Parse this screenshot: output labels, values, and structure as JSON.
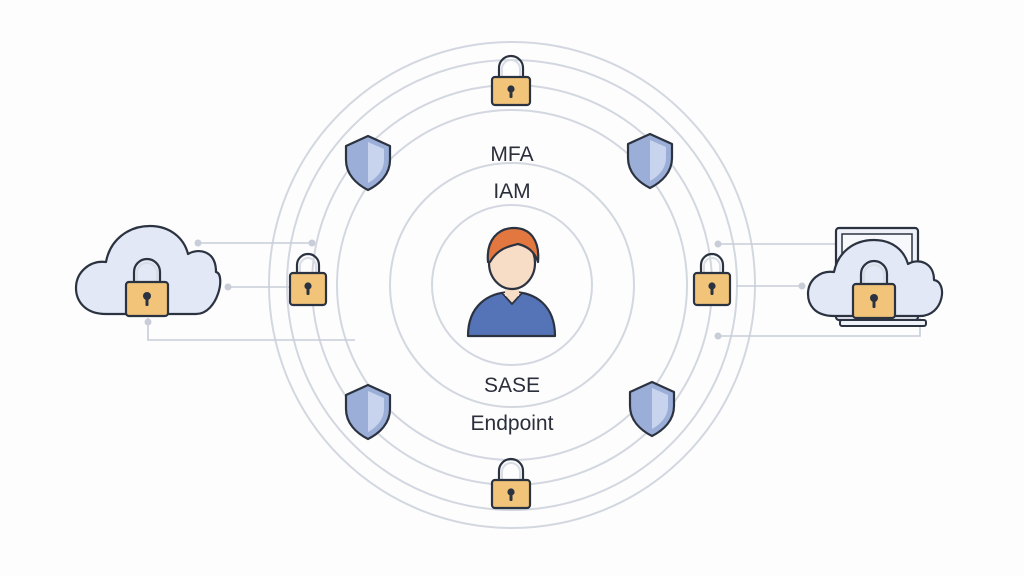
{
  "labels": {
    "mfa": "MFA",
    "iam": "IAM",
    "sase": "SASE",
    "endpoint": "Endpoint"
  },
  "icons": {
    "user": "user-avatar-icon",
    "lock": "padlock-icon",
    "shield": "shield-icon",
    "cloud": "cloud-icon",
    "device": "monitor-icon"
  },
  "colors": {
    "ring": "#d3d7e0",
    "connector": "#c8cdd8",
    "outline": "#2c3340",
    "lock_body": "#f1c47a",
    "shield_fill": "#9aaed8",
    "shield_light": "#c8d4ee",
    "cloud_fill": "#e3e8f6",
    "user_shirt": "#5574b8",
    "user_hair": "#e2773f",
    "user_skin": "#f7dcc6"
  }
}
